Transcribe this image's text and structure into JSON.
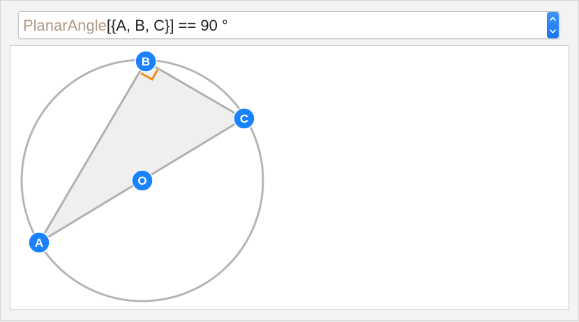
{
  "selector": {
    "function_name": "PlanarAngle",
    "expression_rest": "[{A, B, C}] == 90 °"
  },
  "diagram": {
    "points": {
      "A": {
        "label": "A"
      },
      "B": {
        "label": "B"
      },
      "C": {
        "label": "C"
      },
      "O": {
        "label": "O"
      }
    },
    "colors": {
      "circle": "#b5b5b5",
      "triangle_fill": "#efefef",
      "handle": "#1a82ff",
      "right_angle_marker": "#f08a17"
    }
  },
  "icons": {
    "stepper": "up-down-stepper-icon"
  }
}
